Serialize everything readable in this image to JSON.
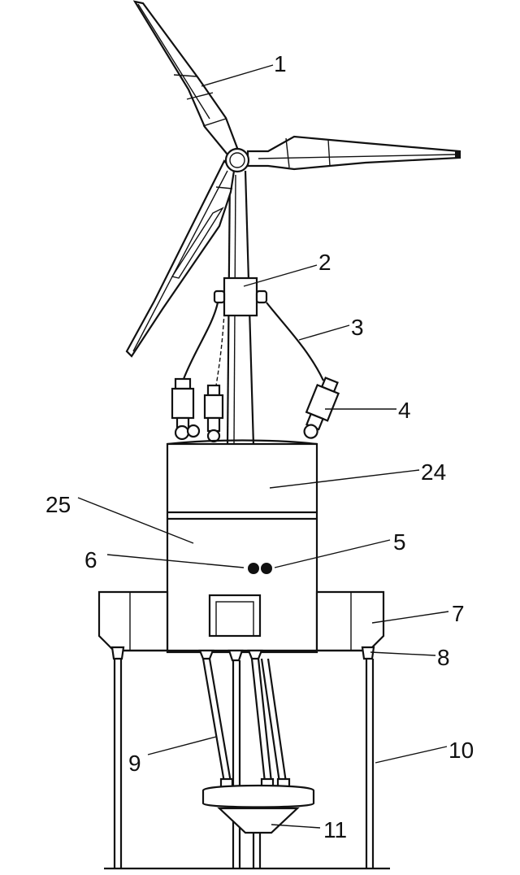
{
  "figure": {
    "labels": [
      {
        "id": "1",
        "text": "1"
      },
      {
        "id": "2",
        "text": "2"
      },
      {
        "id": "3",
        "text": "3"
      },
      {
        "id": "4",
        "text": "4"
      },
      {
        "id": "24",
        "text": "24"
      },
      {
        "id": "25",
        "text": "25"
      },
      {
        "id": "5",
        "text": "5"
      },
      {
        "id": "6",
        "text": "6"
      },
      {
        "id": "7",
        "text": "7"
      },
      {
        "id": "8",
        "text": "8"
      },
      {
        "id": "9",
        "text": "9"
      },
      {
        "id": "10",
        "text": "10"
      },
      {
        "id": "11",
        "text": "11"
      }
    ]
  },
  "colors": {
    "line": "#111111",
    "background": "#ffffff"
  }
}
